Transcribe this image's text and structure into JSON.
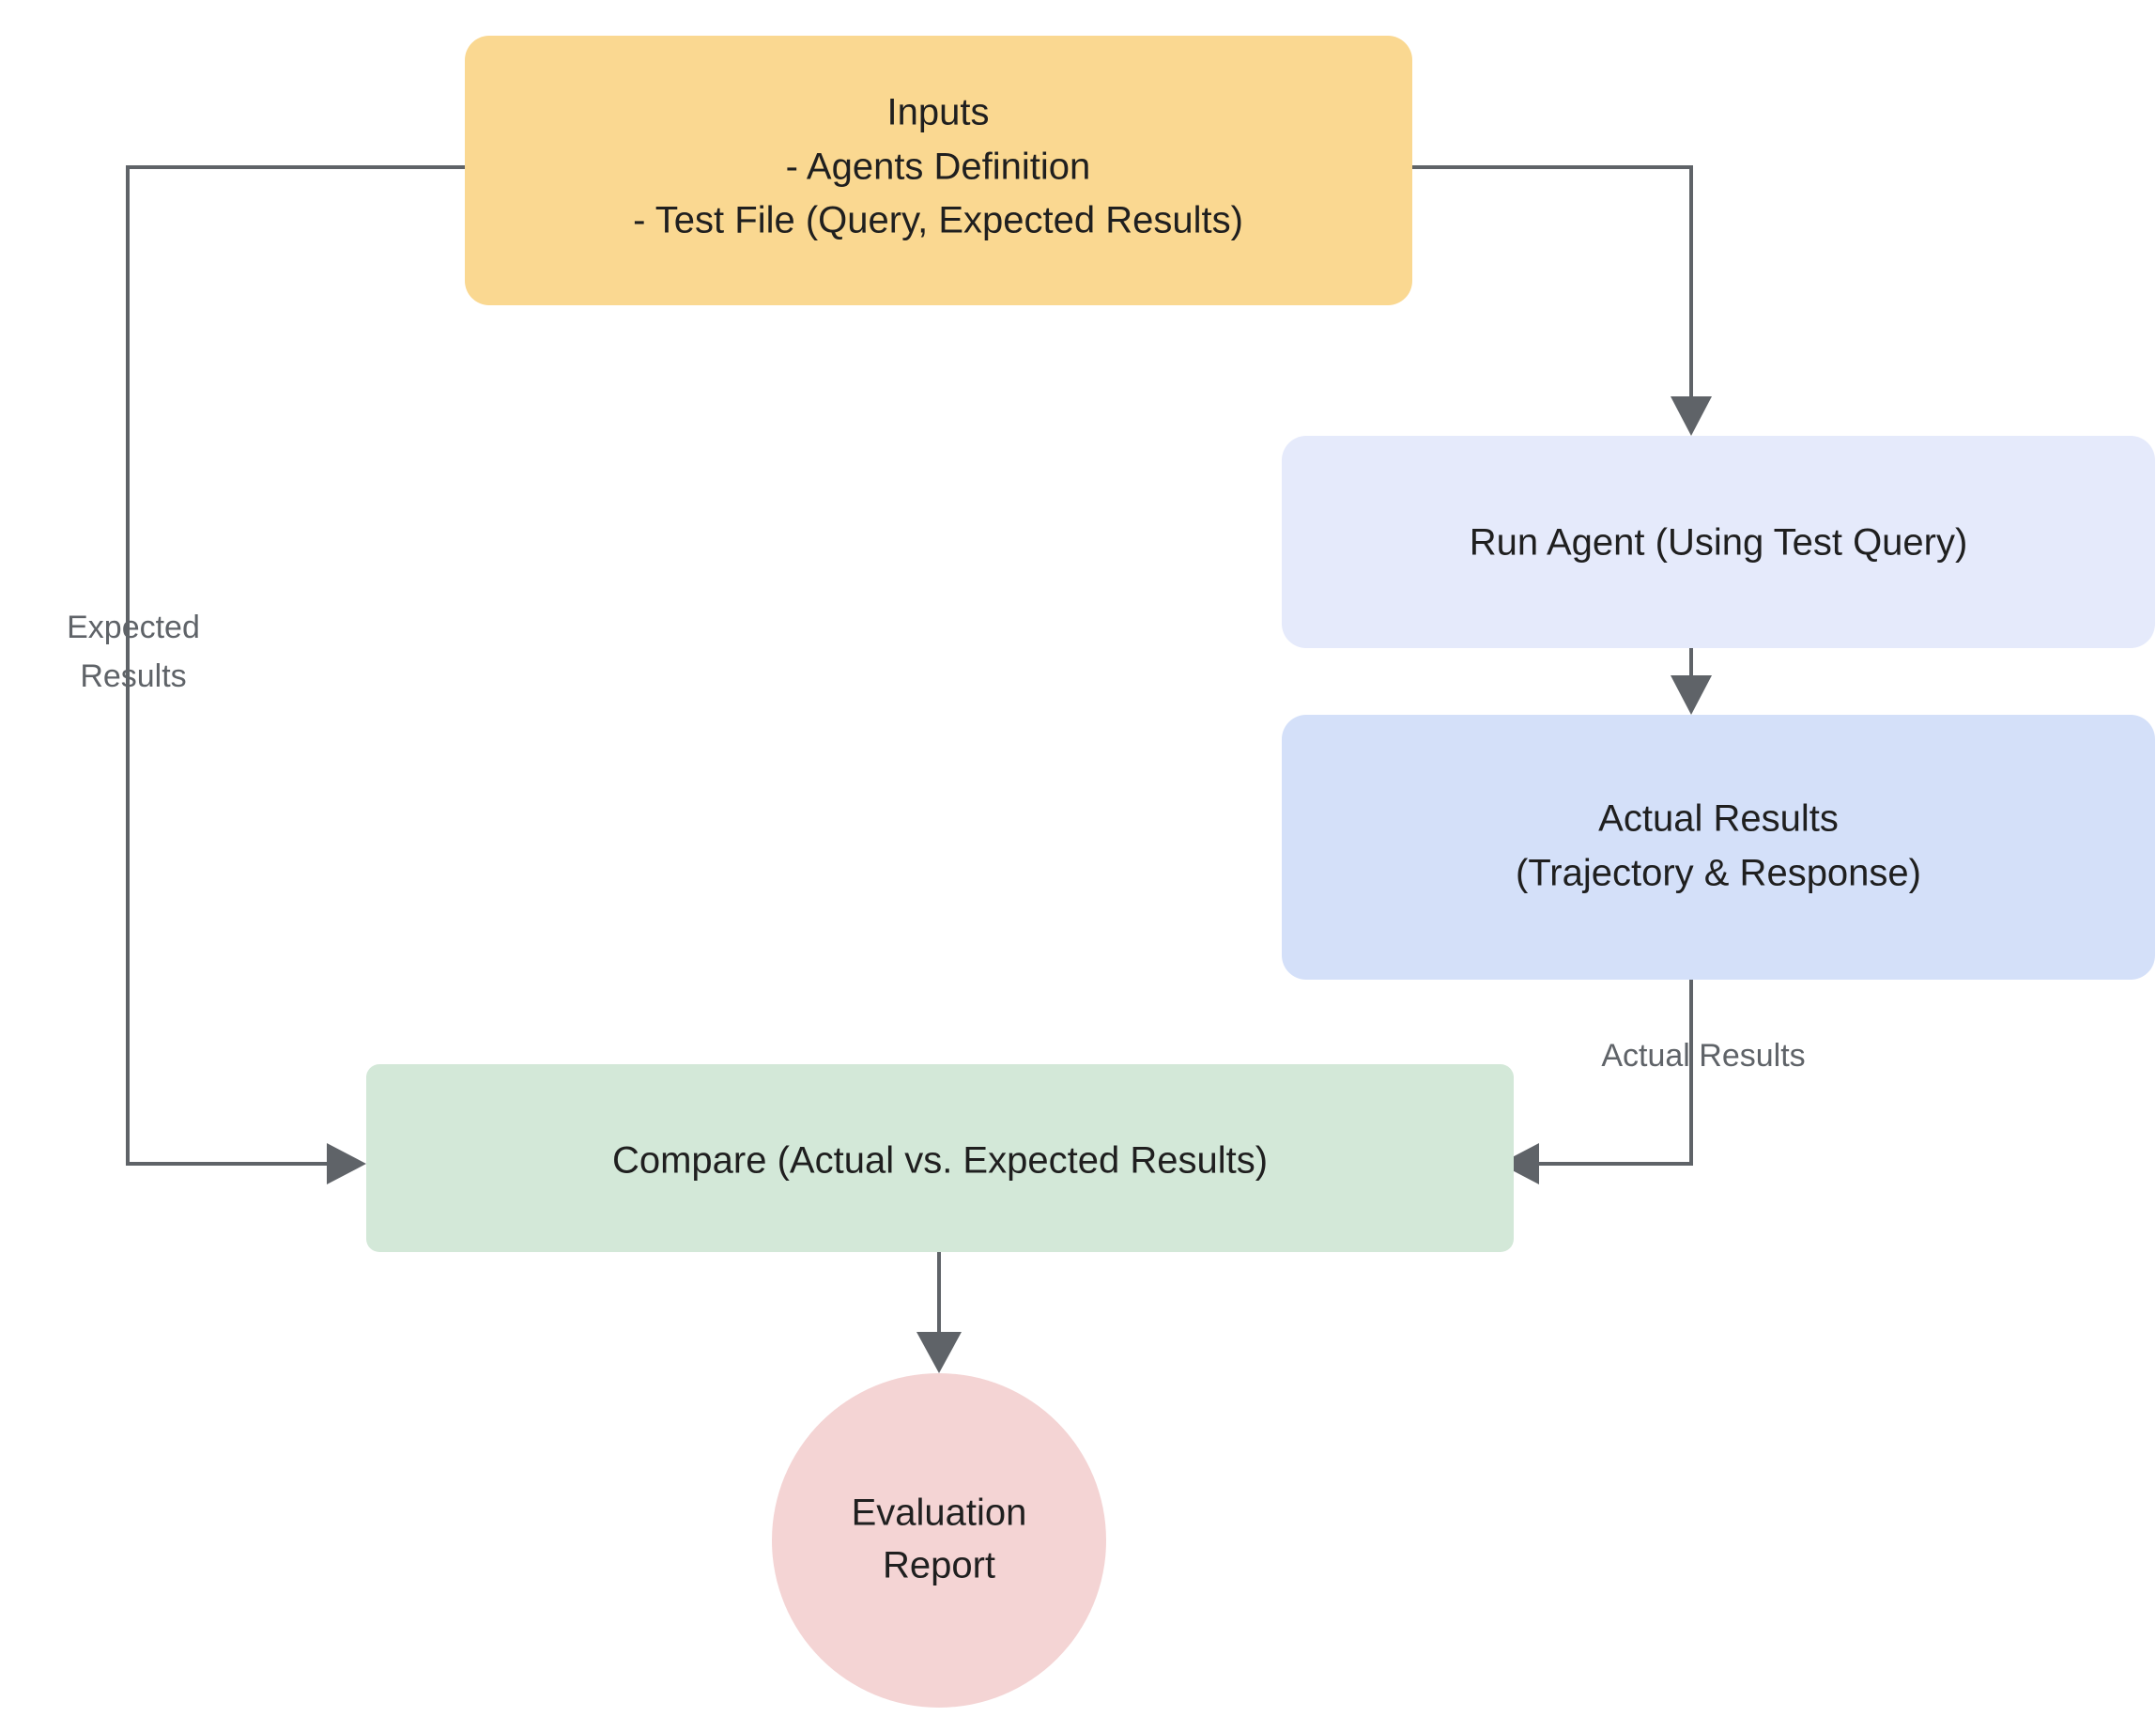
{
  "diagram": {
    "title": "Agent Evaluation Flow",
    "background_color": "#ffffff",
    "edge_color": "#5f6368",
    "nodes": {
      "inputs": {
        "id": "inputs",
        "shape": "rounded-rect",
        "fill": "#fad891",
        "text_color": "#1f1f1f",
        "line1": "Inputs",
        "line2": "- Agents Definition",
        "line3": "- Test File (Query, Expected Results)"
      },
      "run_agent": {
        "id": "run-agent",
        "shape": "rounded-rect",
        "fill": "#e5eafb",
        "text_color": "#1f1f1f",
        "line1": "Run Agent (Using Test Query)"
      },
      "actual_results": {
        "id": "actual-results",
        "shape": "rounded-rect",
        "fill": "#d4e0f9",
        "text_color": "#1f1f1f",
        "line1": "Actual Results",
        "line2": "(Trajectory & Response)"
      },
      "compare": {
        "id": "compare",
        "shape": "rounded-rect",
        "fill": "#d3e8d8",
        "text_color": "#1f1f1f",
        "line1": "Compare (Actual vs. Expected Results)"
      },
      "evaluation_report": {
        "id": "evaluation-report",
        "shape": "circle",
        "fill": "#f4d4d4",
        "text_color": "#1f1f1f",
        "line1": "Evaluation",
        "line2": "Report"
      }
    },
    "edges": [
      {
        "id": "inputs-to-compare",
        "from": "inputs",
        "to": "compare",
        "label_line1": "Expected",
        "label_line2": "Results"
      },
      {
        "id": "inputs-to-run-agent",
        "from": "inputs",
        "to": "run_agent",
        "label_line1": "",
        "label_line2": ""
      },
      {
        "id": "run-agent-to-actual-results",
        "from": "run_agent",
        "to": "actual_results",
        "label_line1": "",
        "label_line2": ""
      },
      {
        "id": "actual-results-to-compare",
        "from": "actual_results",
        "to": "compare",
        "label_line1": "Actual Results",
        "label_line2": ""
      },
      {
        "id": "compare-to-evaluation-report",
        "from": "compare",
        "to": "evaluation_report",
        "label_line1": "",
        "label_line2": ""
      }
    ]
  }
}
